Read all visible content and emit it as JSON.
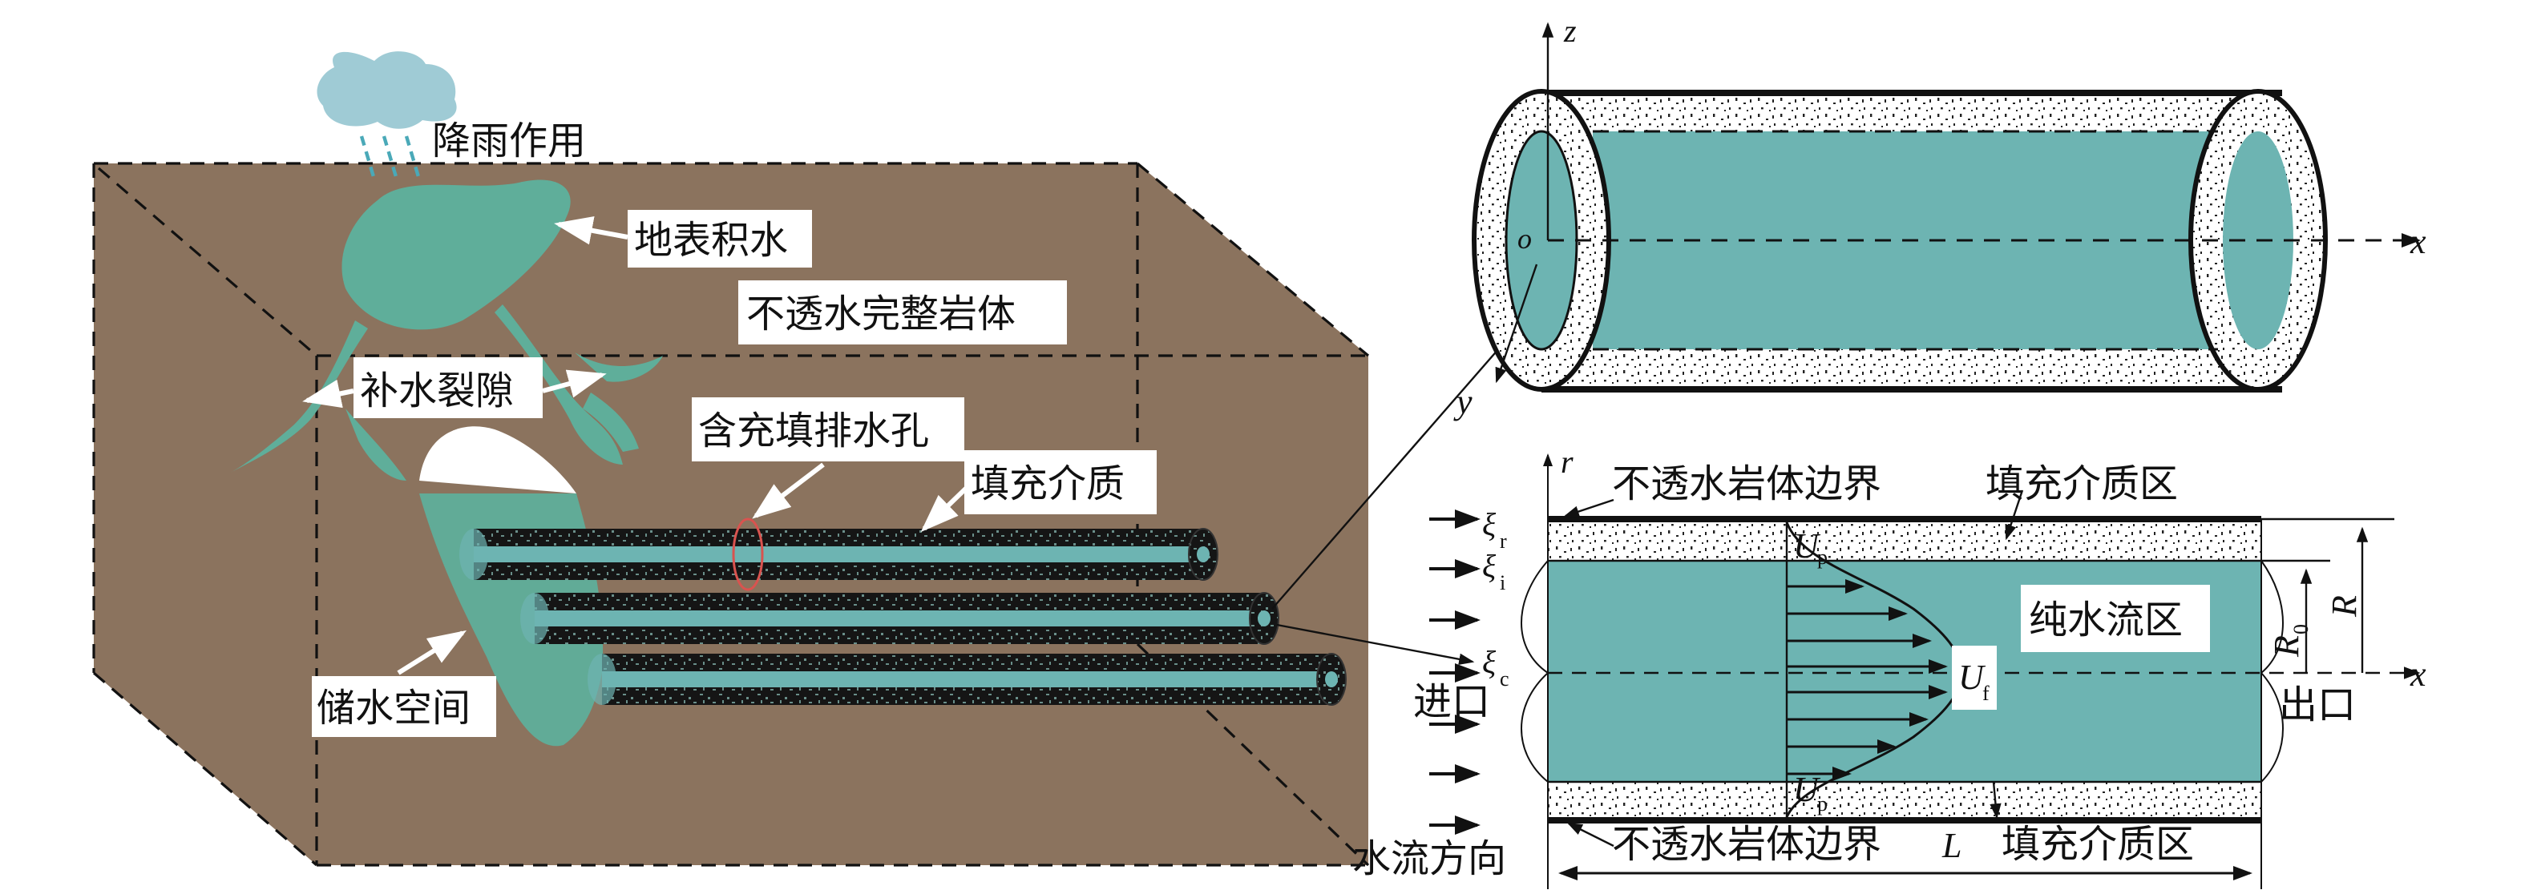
{
  "colors": {
    "rock": "#8b735e",
    "water": "#5fae9a",
    "cloud": "#9fcbd5",
    "rain": "#4aa9b8",
    "pipe_water": "#6db4b2",
    "fill_dark": "#1a1a1a",
    "highlight": "#d9534f"
  },
  "left": {
    "rain_label": "降雨作用",
    "surface_water_label": "地表积水",
    "rock_label": "不透水完整岩体",
    "fracture_label": "补水裂隙",
    "drain_hole_label": "含充填排水孔",
    "fill_medium_label": "填充介质",
    "storage_label": "储水空间"
  },
  "cylinder": {
    "axis_z": "z",
    "axis_x": "x",
    "axis_y": "y",
    "origin": "o"
  },
  "section": {
    "axis_r": "r",
    "axis_x": "x",
    "top_boundary_label": "不透水岩体边界",
    "top_fill_label": "填充介质区",
    "bottom_boundary_label": "不透水岩体边界",
    "length_label": "L",
    "bottom_fill_label": "填充介质区",
    "pure_flow_label": "纯水流区",
    "inlet_label": "进口",
    "outlet_label": "出口",
    "flow_dir_label": "水流方向",
    "xi": "ξ",
    "xi_r_sub": "r",
    "xi_i_sub": "i",
    "xi_c_sub": "c",
    "U": "U",
    "Up_sub": "p",
    "Uf_sub": "f",
    "R0": "R",
    "R0_sub": "0",
    "R": "R"
  }
}
